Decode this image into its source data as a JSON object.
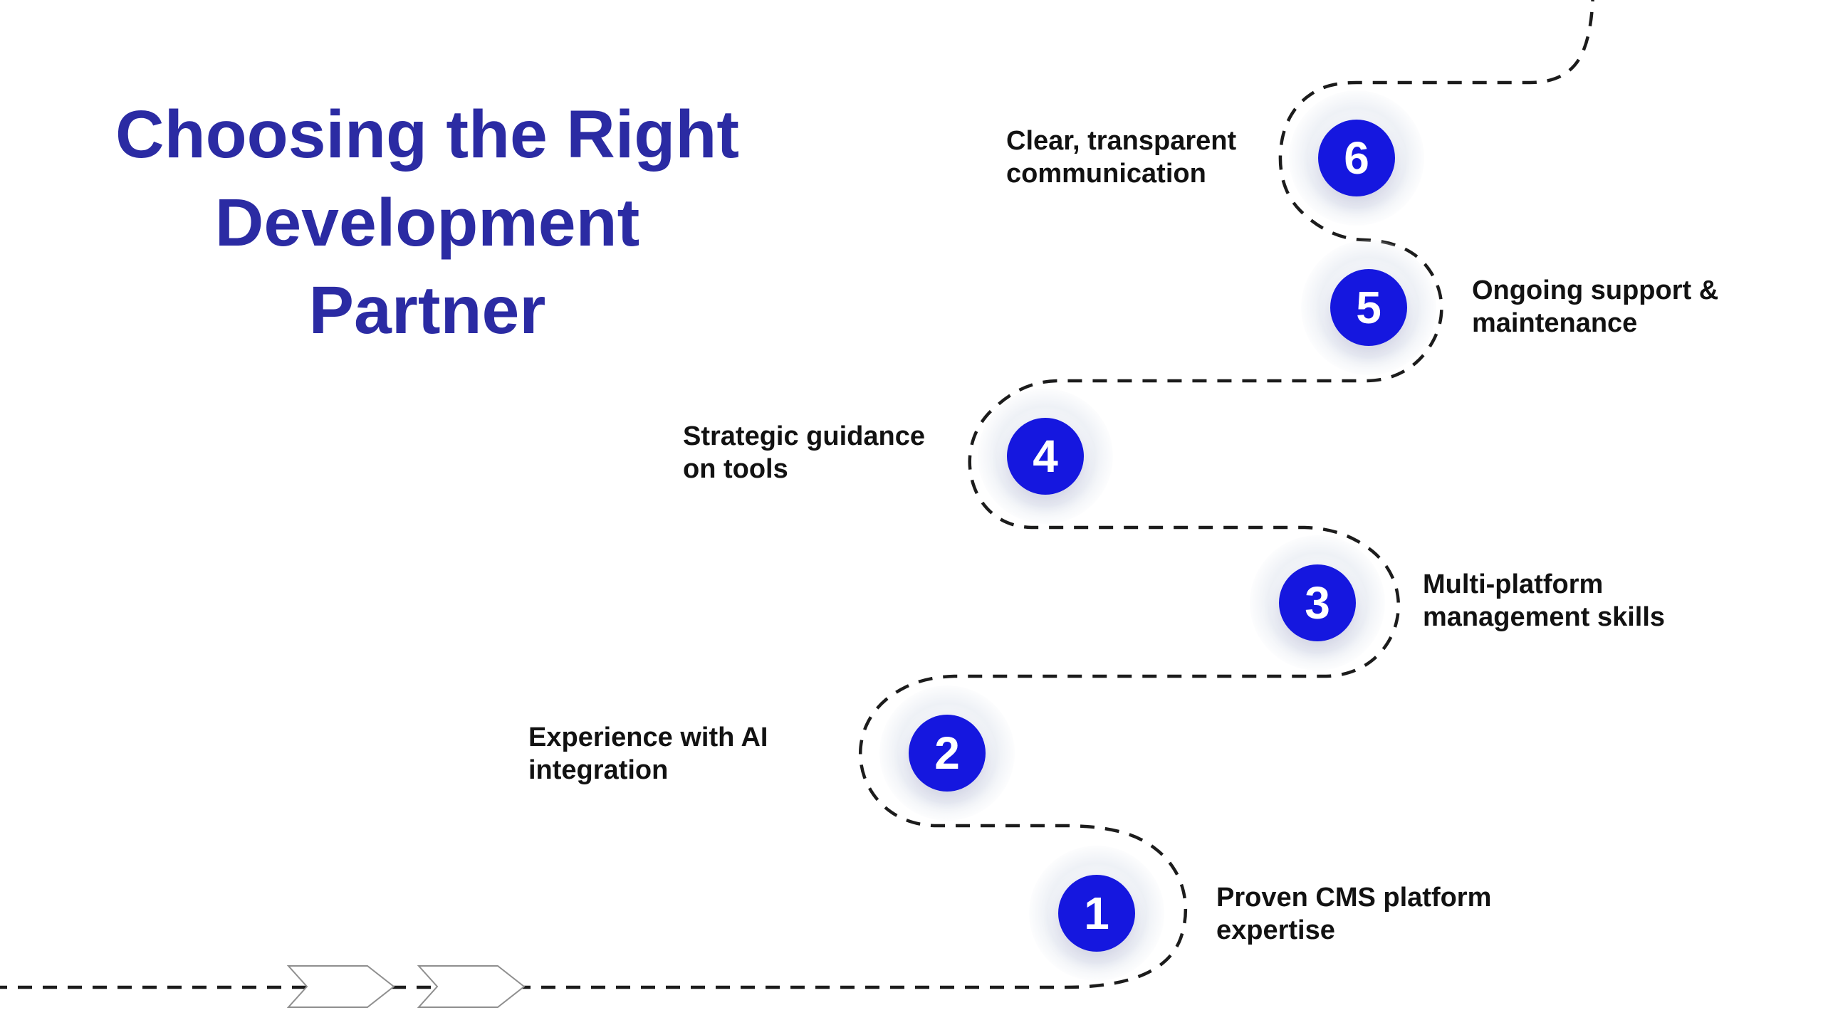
{
  "title": "Choosing the Right\nDevelopment Partner",
  "colors": {
    "accent_blue": "#1517DF",
    "title_blue": "#2B2BA3",
    "label_text": "#121212",
    "path_stroke": "#1c1c1c",
    "halo_gray": "#eef1f6",
    "background": "#ffffff"
  },
  "steps": [
    {
      "number": "1",
      "label": "Proven CMS platform\nexpertise",
      "side": "right"
    },
    {
      "number": "2",
      "label": "Experience with AI\nintegration",
      "side": "left"
    },
    {
      "number": "3",
      "label": "Multi-platform\nmanagement skills",
      "side": "right"
    },
    {
      "number": "4",
      "label": "Strategic guidance\non tools",
      "side": "left"
    },
    {
      "number": "5",
      "label": "Ongoing support &\nmaintenance",
      "side": "right"
    },
    {
      "number": "6",
      "label": "Clear, transparent\ncommunication",
      "side": "left"
    }
  ],
  "decorations": {
    "path_style": "dashed winding trail",
    "chevron_count": 2
  }
}
